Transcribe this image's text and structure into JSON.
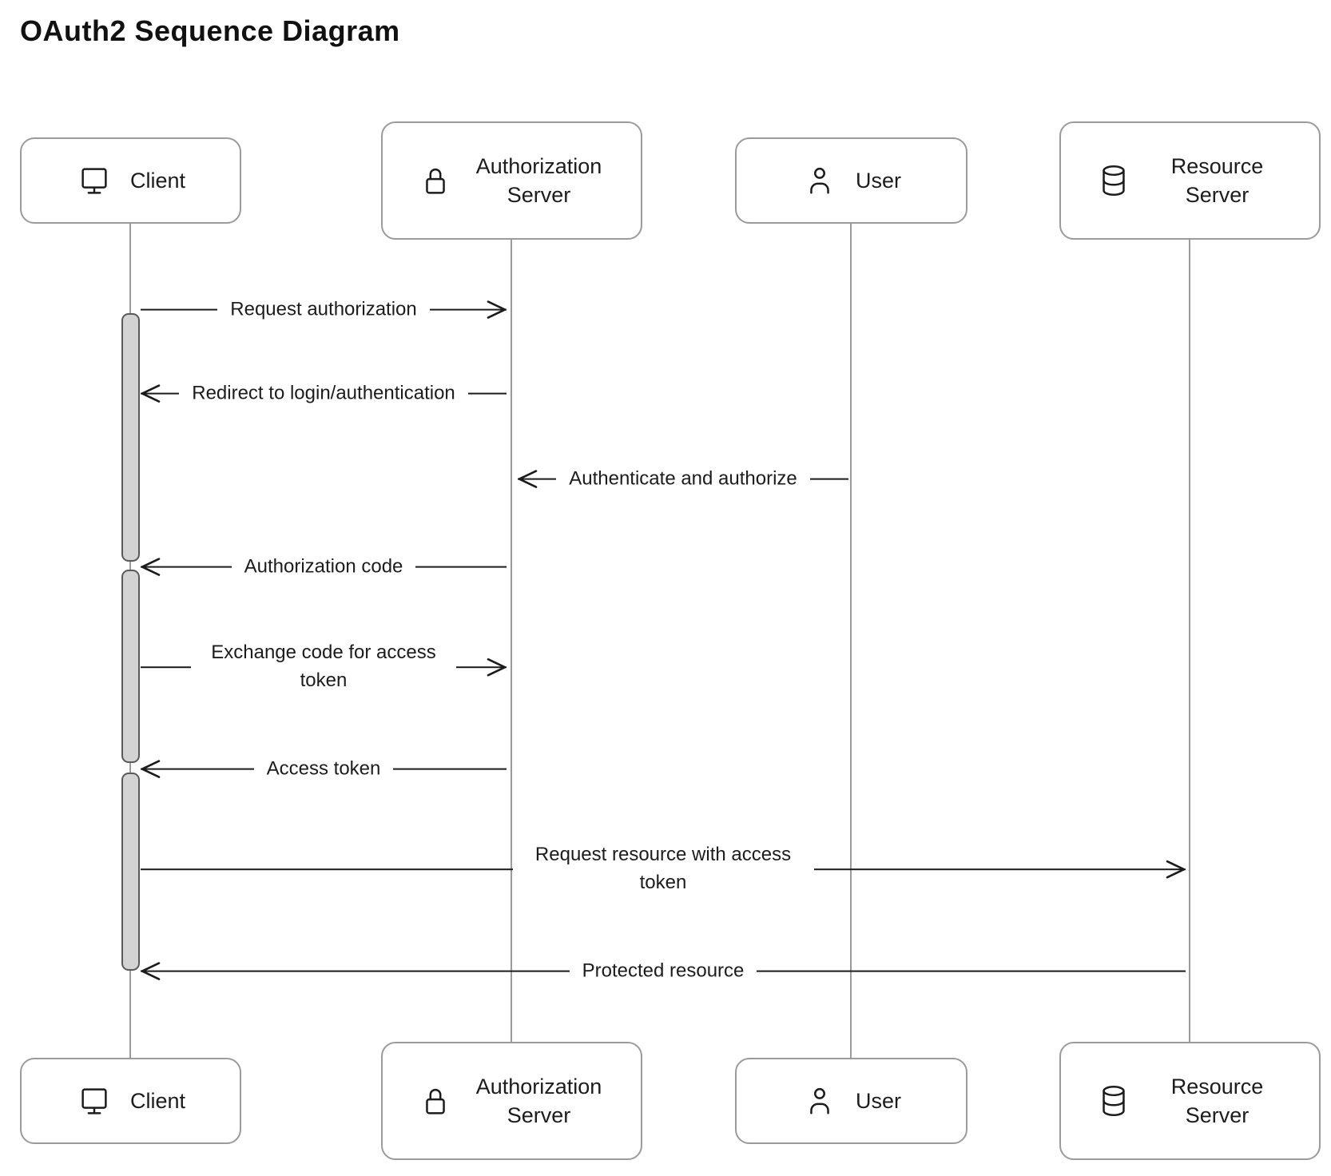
{
  "title": "OAuth2 Sequence Diagram",
  "actors": [
    {
      "id": "client",
      "label": "Client",
      "icon": "monitor-icon"
    },
    {
      "id": "authorization-server",
      "label": "Authorization Server",
      "icon": "lock-icon"
    },
    {
      "id": "user",
      "label": "User",
      "icon": "user-icon"
    },
    {
      "id": "resource-server",
      "label": "Resource Server",
      "icon": "database-icon"
    }
  ],
  "messages": [
    {
      "from": "Client",
      "to": "Authorization Server",
      "label": "Request authorization",
      "direction": "right"
    },
    {
      "from": "Authorization Server",
      "to": "Client",
      "label": "Redirect to login/authentication",
      "direction": "left"
    },
    {
      "from": "User",
      "to": "Authorization Server",
      "label": "Authenticate and authorize",
      "direction": "left"
    },
    {
      "from": "Authorization Server",
      "to": "Client",
      "label": "Authorization code",
      "direction": "left"
    },
    {
      "from": "Client",
      "to": "Authorization Server",
      "label": "Exchange code for access token",
      "direction": "right"
    },
    {
      "from": "Authorization Server",
      "to": "Client",
      "label": "Access token",
      "direction": "left"
    },
    {
      "from": "Client",
      "to": "Resource Server",
      "label": "Request resource with access token",
      "direction": "right"
    },
    {
      "from": "Resource Server",
      "to": "Client",
      "label": "Protected resource",
      "direction": "left"
    }
  ],
  "activations": [
    {
      "lifeline": "client",
      "note": "from Request authorization to Authorization code"
    },
    {
      "lifeline": "client",
      "note": "from Authorization code to Access token"
    },
    {
      "lifeline": "client",
      "note": "from Access token to Protected resource"
    }
  ],
  "colors": {
    "background": "#ffffff",
    "text": "#1c1c1c",
    "message_line": "#1b1b1b",
    "actor_border": "#9b9b9b",
    "lifeline": "#9b9b9b",
    "activation_fill": "#d3d3d3",
    "activation_border": "#5a5a5a"
  }
}
